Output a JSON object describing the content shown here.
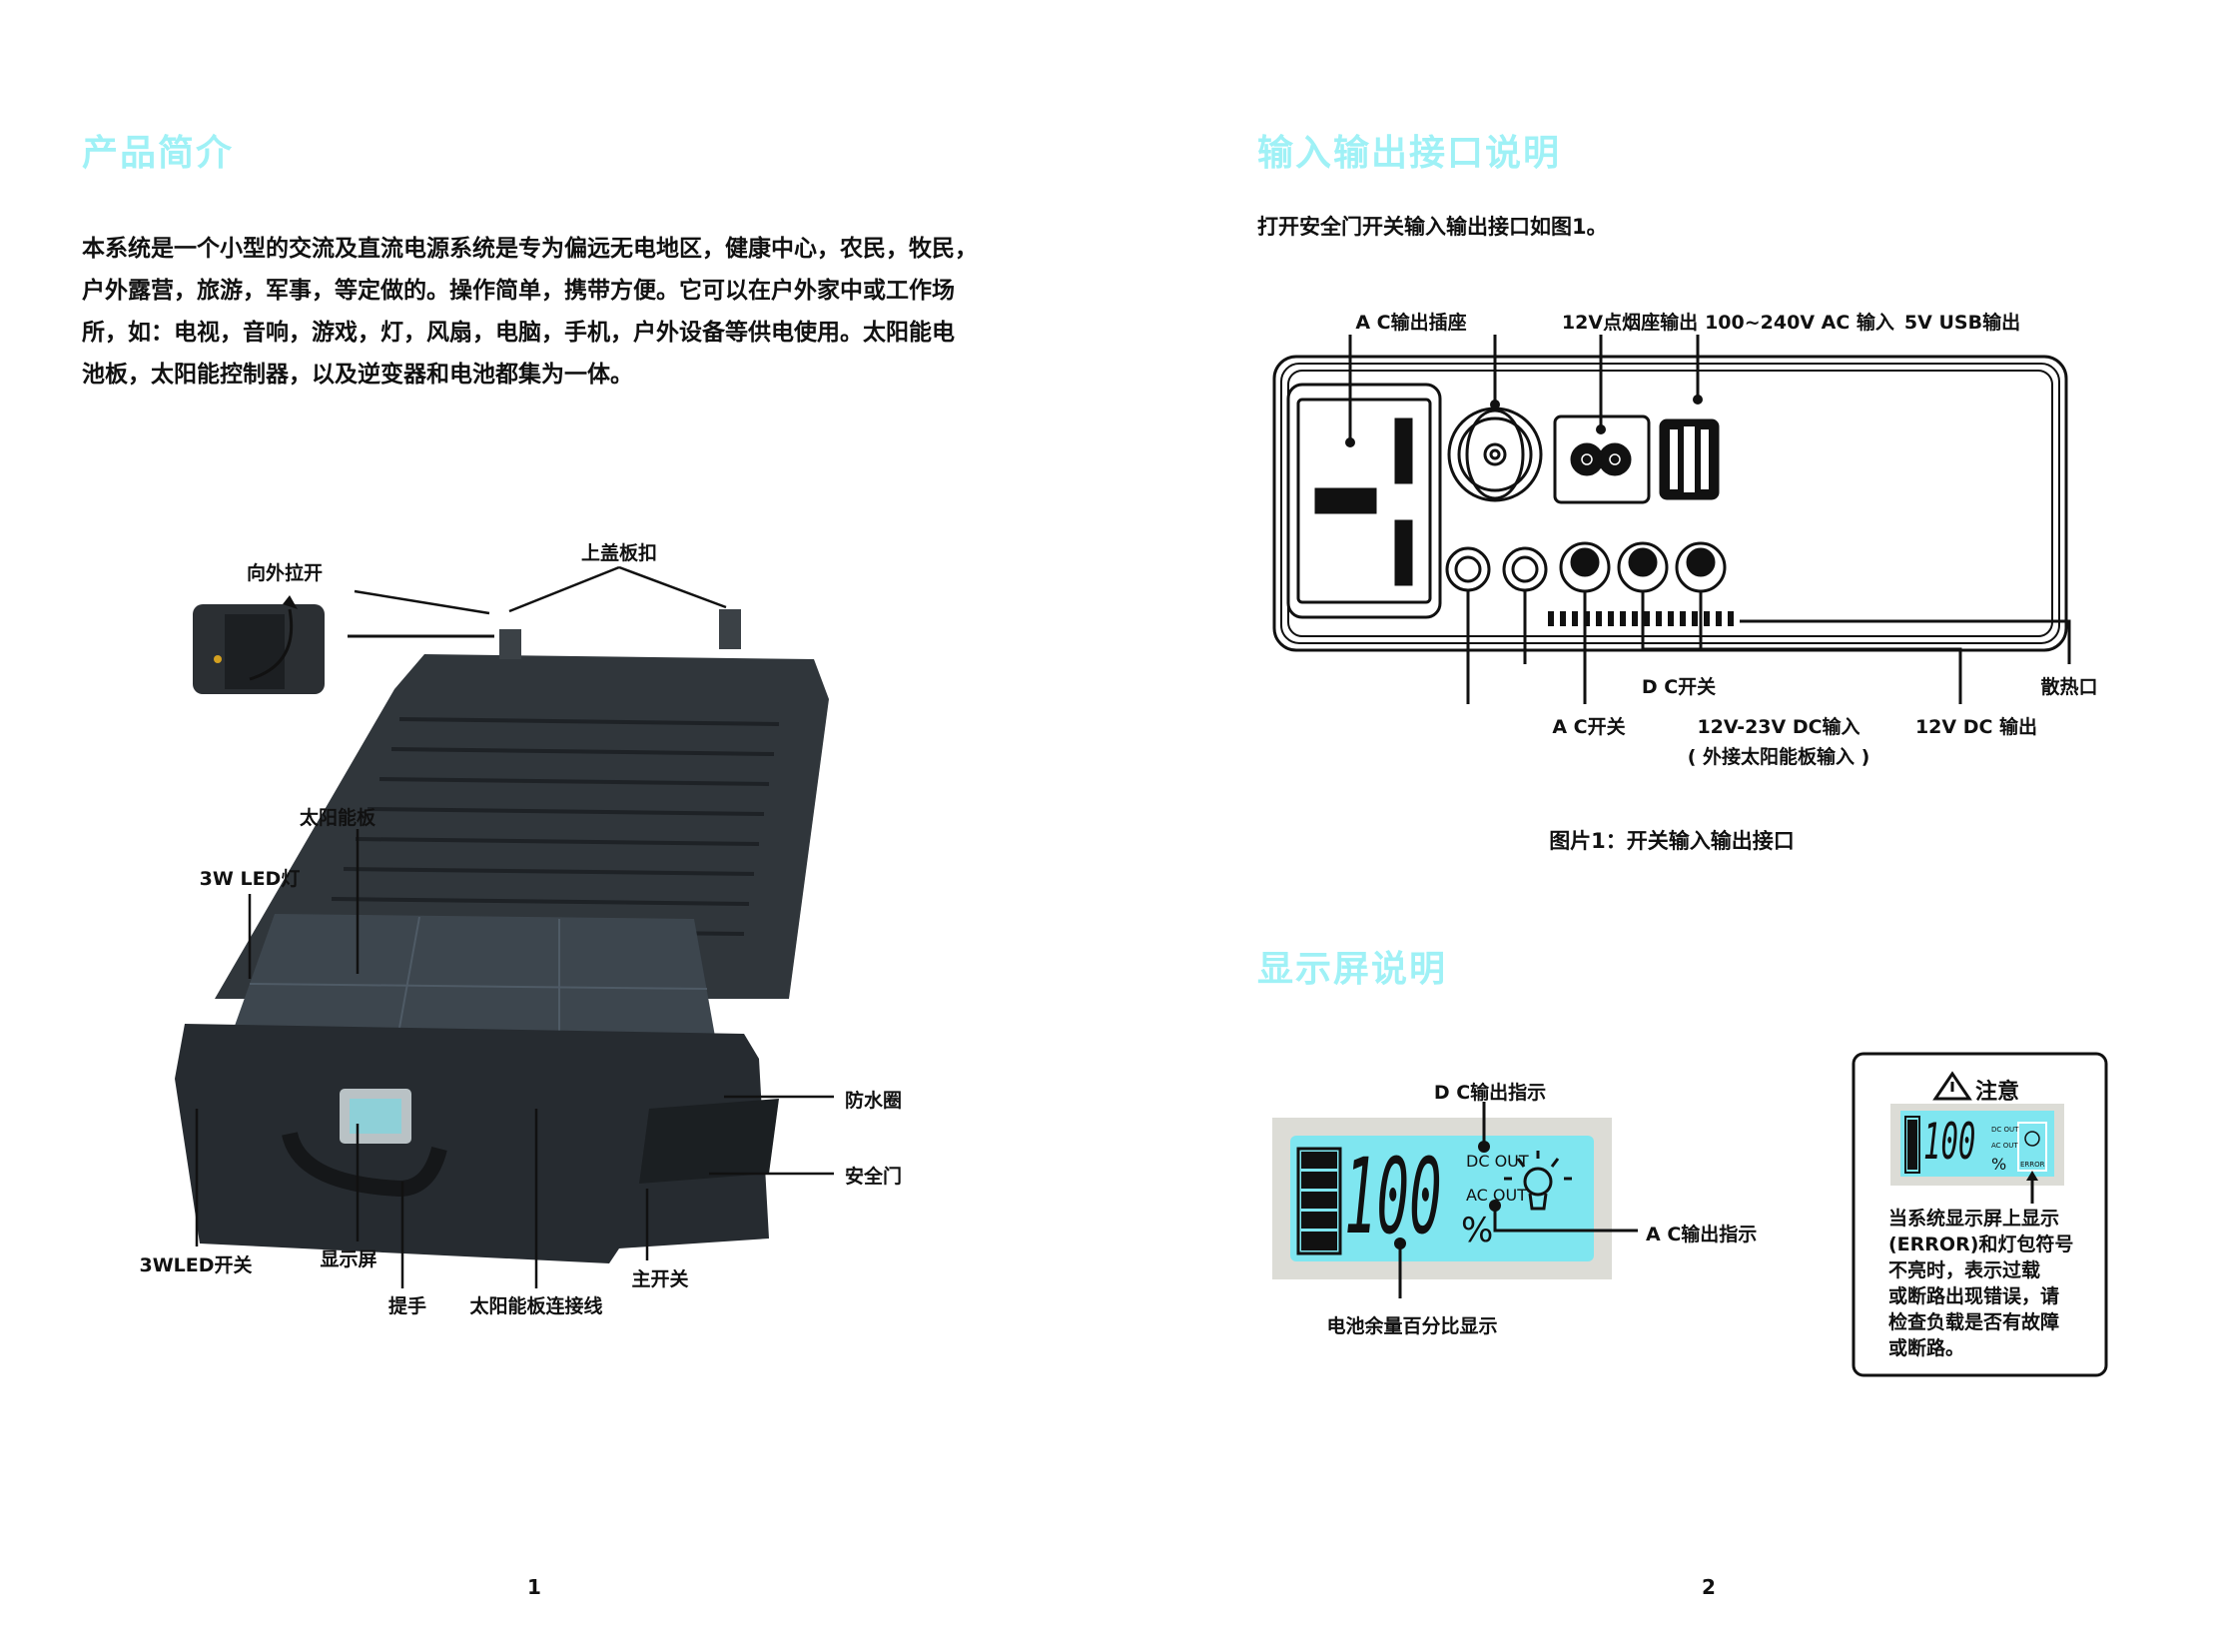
{
  "left_page": {
    "title": "产品简介",
    "paragraph_lines": [
      "本系统是一个小型的交流及直流电源系统是专为偏远无电地区，健康中心，农民，牧民，",
      "户外露营，旅游，军事，等定做的。操作简单，携带方便。它可以在户外家中或工作场",
      "所，如：电视，音响，游戏，灯，风扇，电脑，手机，户外设备等供电使用。太阳能电",
      "池板，太阳能控制器，以及逆变器和电池都集为一体。"
    ],
    "photo_labels": {
      "pull_out": "向外拉开",
      "lid_latch": "上盖板扣",
      "solar_panel": "太阳能板",
      "led_light": "3W LED灯",
      "waterproof_ring": "防水圈",
      "safety_door": "安全门",
      "led_switch": "3WLED开关",
      "display": "显示屏",
      "handle": "提手",
      "solar_cable": "太阳能板连接线",
      "main_switch": "主开关"
    },
    "page_number": "1"
  },
  "right_page": {
    "title_io": "输入输出接口说明",
    "intro": "打开安全门开关输入输出接口如图1。",
    "diagram_labels": {
      "ac_socket": "A C输出插座",
      "cig_out": "12V点烟座输出",
      "ac_in": "100~240V AC 输入",
      "usb_out": "5V USB输出",
      "dc_switch": "D C开关",
      "ac_switch": "A C开关",
      "dc_in": "12V-23V DC输入",
      "dc_in_note": "( 外接太阳能板输入 )",
      "dc_out": "12V DC 输出",
      "vent": "散热口"
    },
    "figure_caption": "图片1：开关输入输出接口",
    "title_display": "显示屏说明",
    "lcd": {
      "value": "100",
      "percent": "%",
      "dc_out": "DC OUT",
      "ac_out": "AC OUT",
      "error": "ERROR",
      "battery_level": 1.0
    },
    "lcd_labels": {
      "dc_indicator": "D C输出指示",
      "ac_indicator": "A C输出指示",
      "battery_percent": "电池余量百分比显示"
    },
    "note": {
      "title": "注意",
      "lines": [
        "当系统显示屏上显示",
        "(ERROR)和灯包符号",
        "不亮时，表示过载",
        "或断路出现错误，请",
        "检查负载是否有故障",
        "或断路。"
      ]
    },
    "page_number": "2"
  },
  "colors": {
    "heading": "#9ff1f6",
    "lcd": "#7fe6f0",
    "case": "#2a2f33"
  }
}
